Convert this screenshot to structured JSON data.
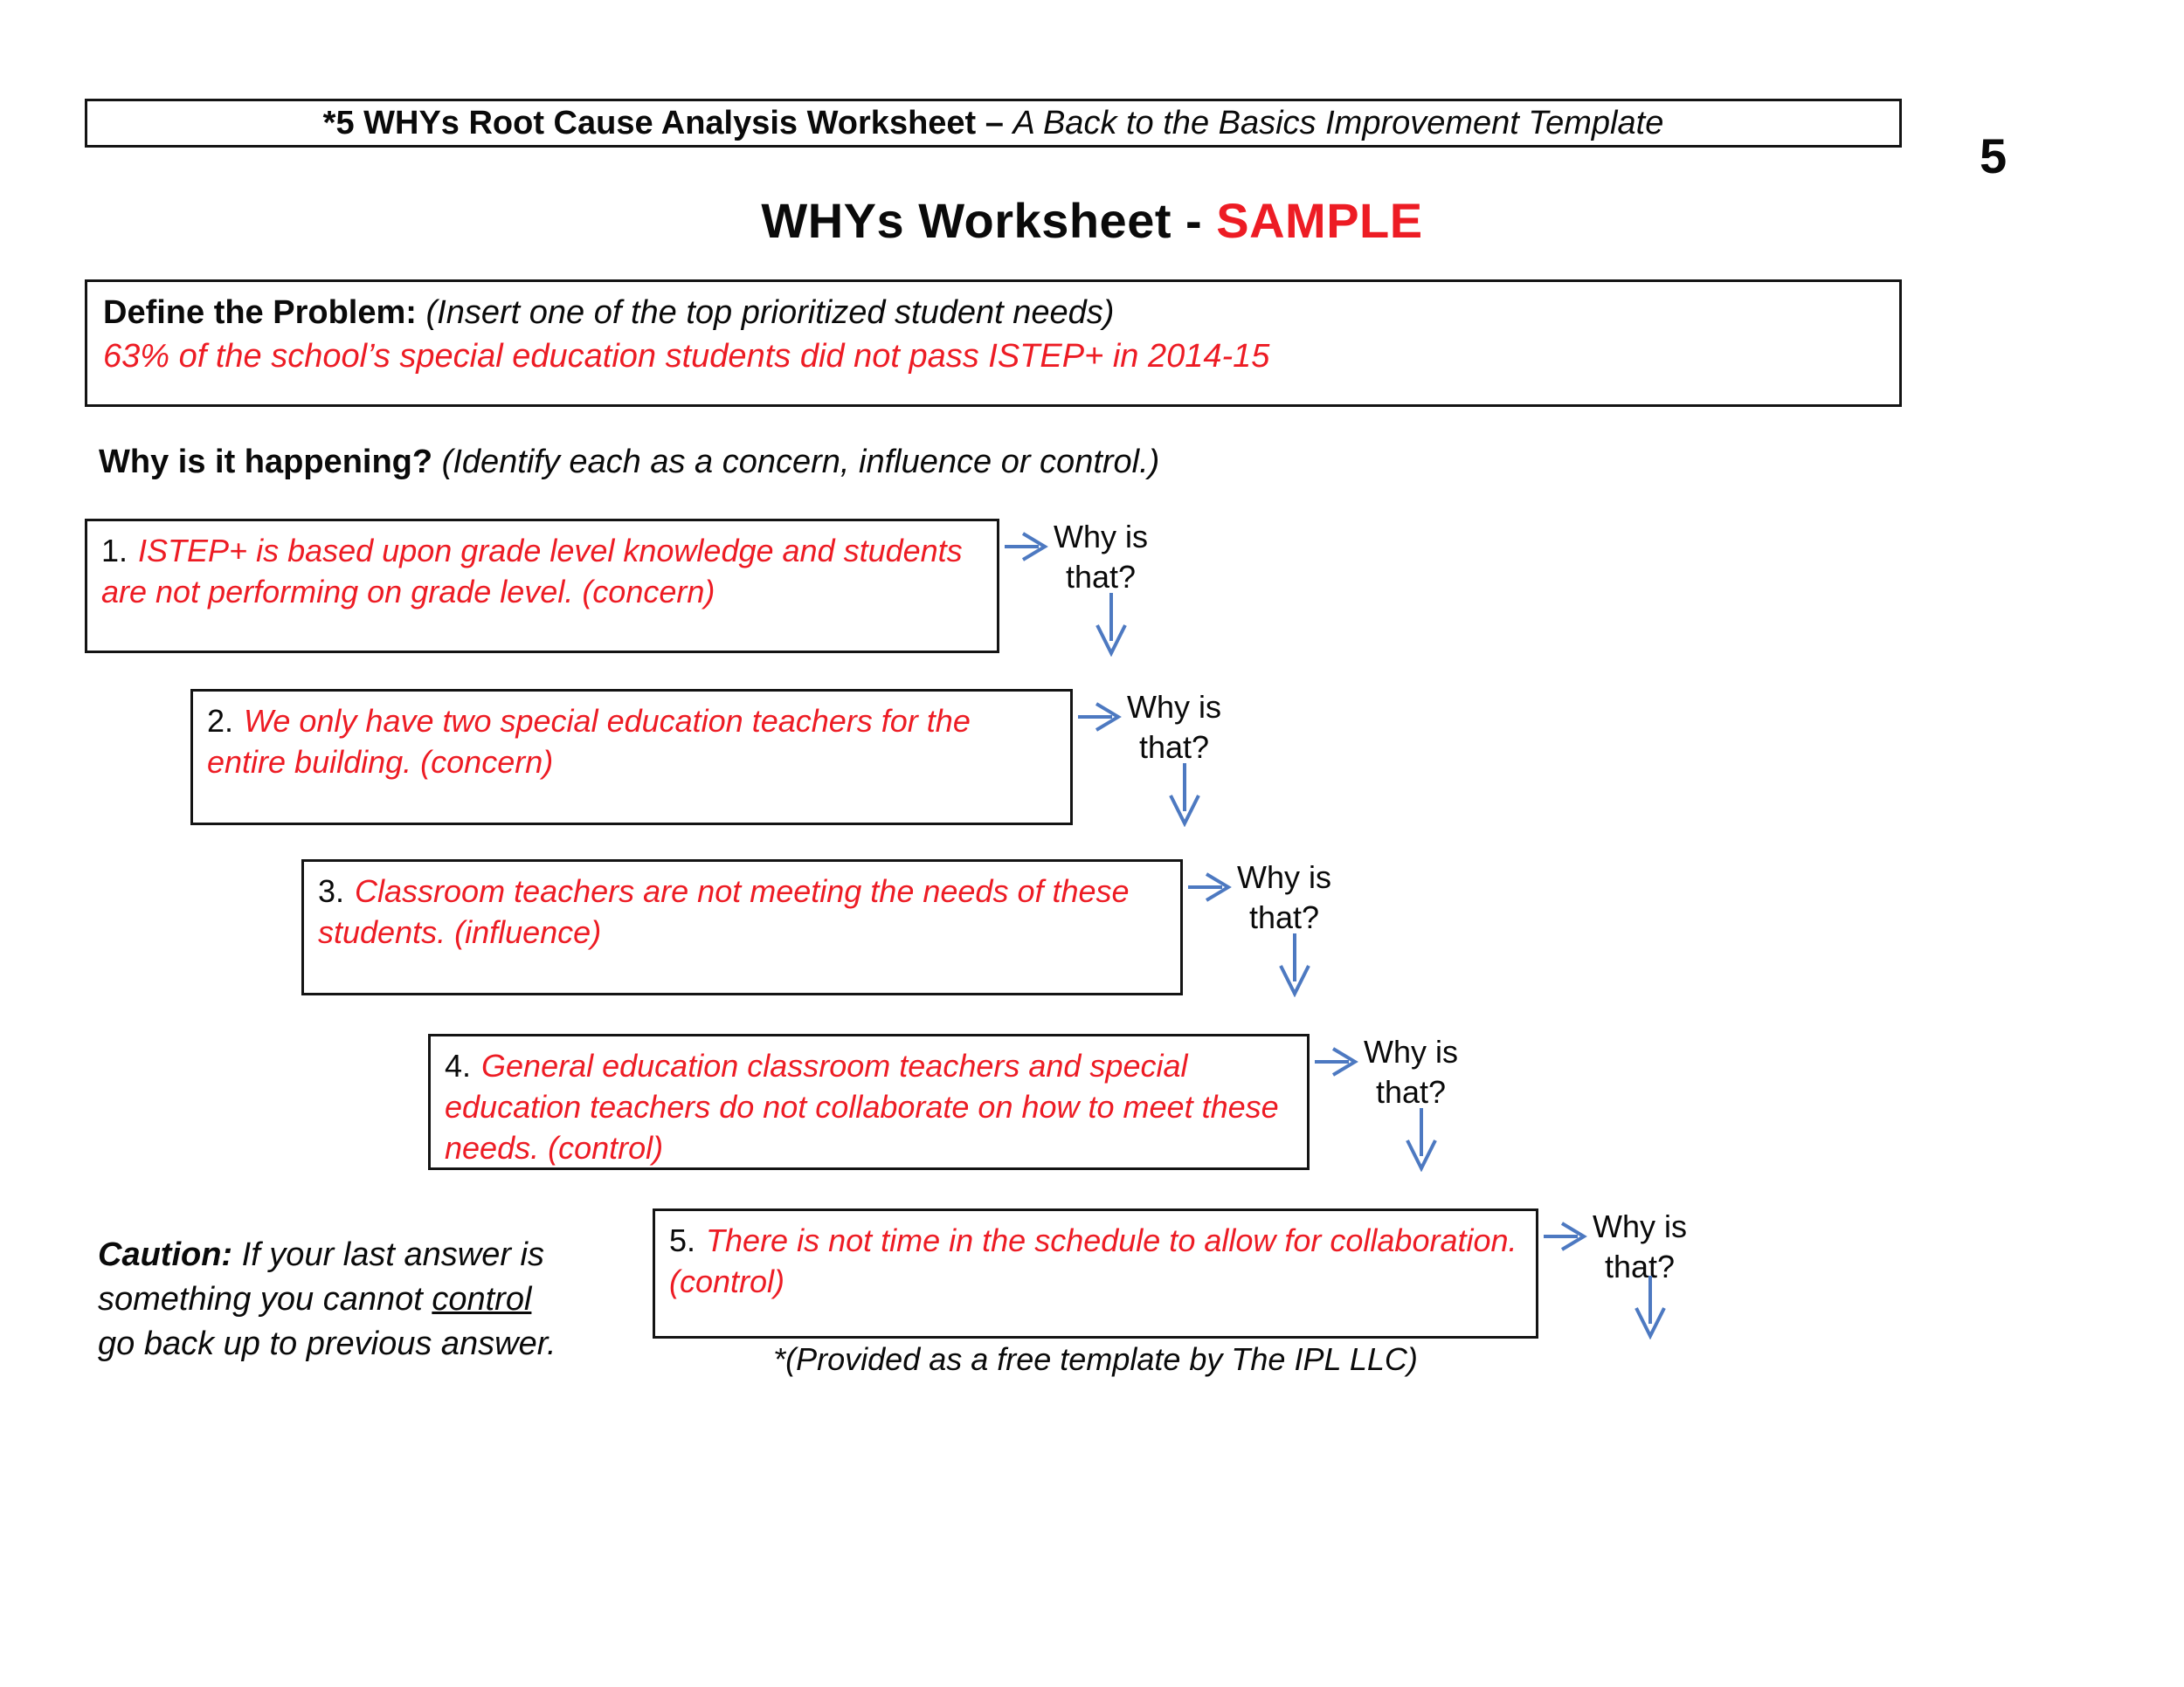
{
  "colors": {
    "red": "#ed1c24",
    "blue": "#4d79c1"
  },
  "header": {
    "title_main": "*5 WHYs Root Cause Analysis Worksheet – ",
    "title_subtitle": "A Back to the Basics Improvement Template",
    "page_number": "5",
    "heading_main": "WHYs Worksheet - ",
    "heading_highlight": "SAMPLE"
  },
  "problem": {
    "label": "Define the Problem:",
    "hint": " (Insert one of the top prioritized student needs)",
    "statement": "63% of the school’s special education students did not pass ISTEP+ in 2014-15"
  },
  "why_section": {
    "question": "Why is it happening?",
    "hint": " (Identify each as a concern, influence or control.)"
  },
  "why_prompt": {
    "line1": "Why is",
    "line2": "that?"
  },
  "whys": [
    {
      "number": "1.",
      "text": "ISTEP+ is based upon grade level knowledge and students are not performing on grade level. (concern)"
    },
    {
      "number": "2.",
      "text": "We only have two special education teachers for the entire building. (concern)"
    },
    {
      "number": "3.",
      "text": "Classroom teachers are not meeting the needs of these students. (influence)"
    },
    {
      "number": "4.",
      "text": "General education classroom teachers and special education teachers do not collaborate on how to meet these needs. (control)"
    },
    {
      "number": "5.",
      "text": "There is not time in the schedule to allow for collaboration. (control)"
    }
  ],
  "caution": {
    "label": "Caution:",
    "line1": " If your last answer is",
    "line2_pre": "something you cannot ",
    "line2_underlined": "control",
    "line3": "go back up to previous answer."
  },
  "footer": "*(Provided as a free template by The IPL LLC)"
}
